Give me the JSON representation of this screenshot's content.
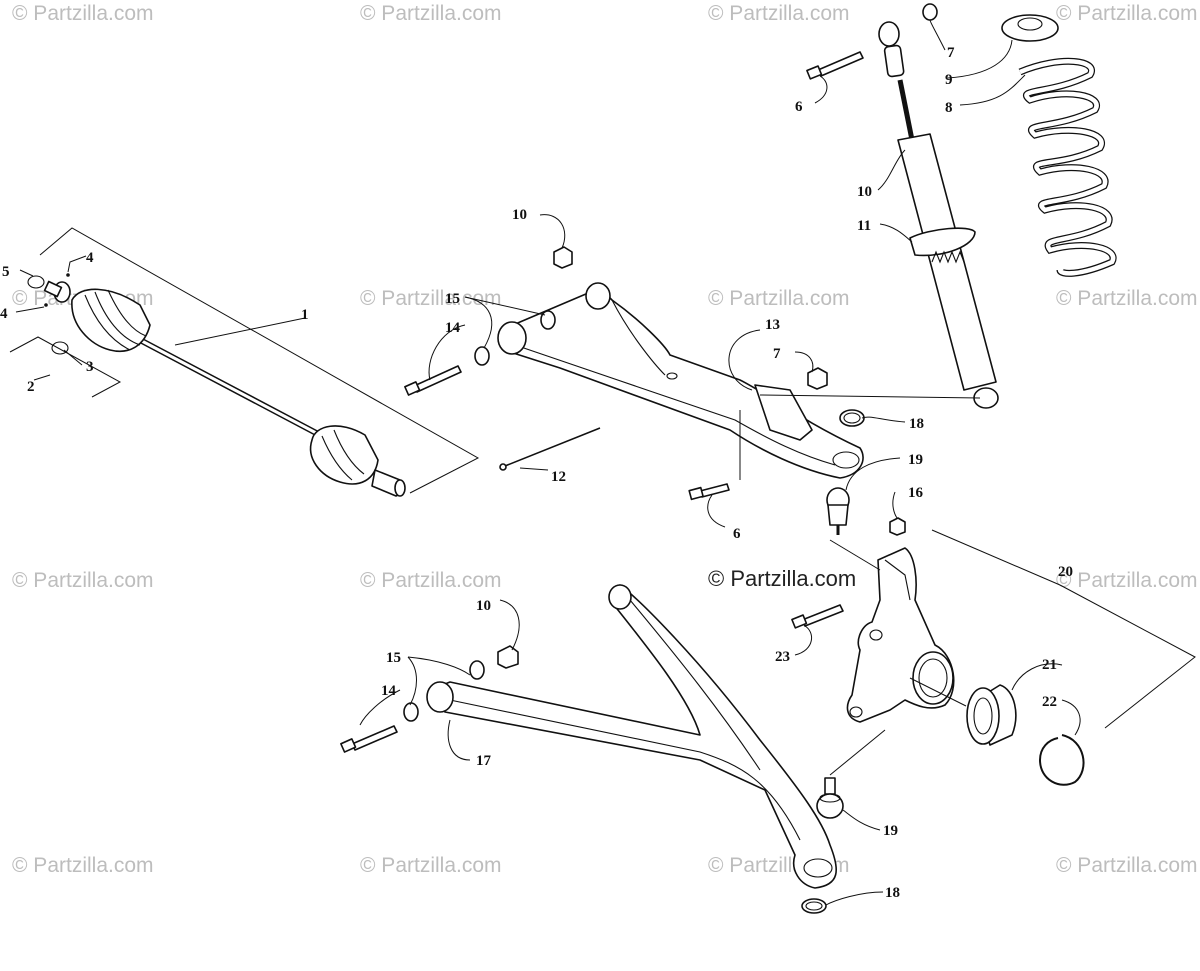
{
  "watermark": {
    "text": "© Partzilla.com",
    "center_text": "© Partzilla.com",
    "color": "#bdbdbd"
  },
  "callouts": {
    "c1": "1",
    "c2": "2",
    "c3": "3",
    "c4a": "4",
    "c4b": "4",
    "c5": "5",
    "c6a": "6",
    "c6b": "6",
    "c7a": "7",
    "c7b": "7",
    "c8": "8",
    "c9": "9",
    "c10a": "10",
    "c10b": "10",
    "c11": "11",
    "c12": "12",
    "c13": "13",
    "c14a": "14",
    "c14b": "14",
    "c15a": "15",
    "c15b": "15",
    "c16": "16",
    "c17": "17",
    "c18a": "18",
    "c18b": "18",
    "c19a": "19",
    "c19b": "19",
    "c20": "20",
    "c21": "21",
    "c22": "22",
    "c23": "23"
  }
}
